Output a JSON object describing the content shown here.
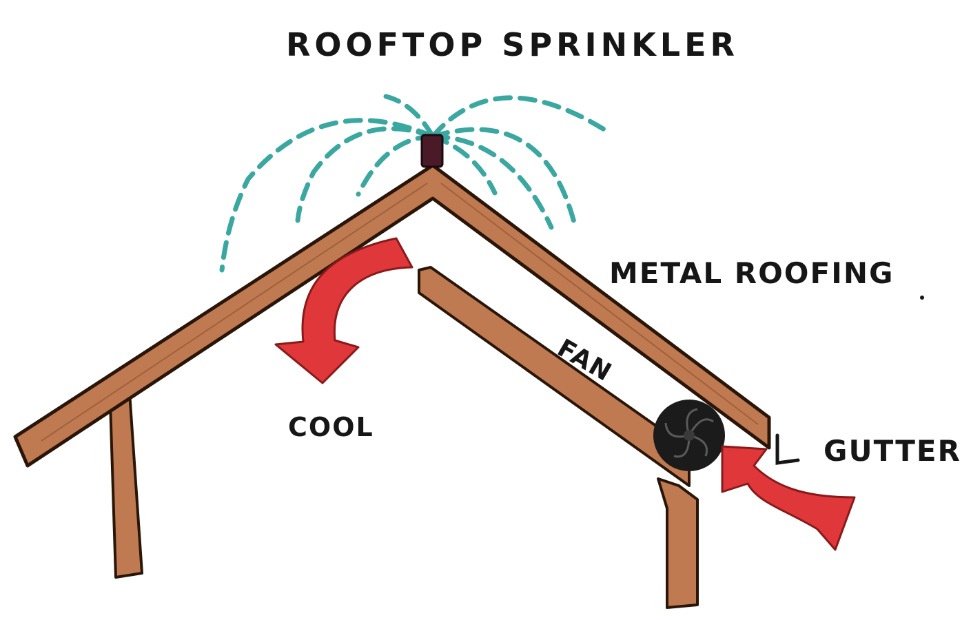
{
  "labels": {
    "title": "ROOFTOP SPRINKLER",
    "metal_roofing": "METAL ROOFING",
    "fan": "FAN",
    "cool": "COOL",
    "gutter": "GUTTER"
  },
  "colors": {
    "wood_fill": "#c07a52",
    "wood_outline": "#2a1608",
    "water": "#3aa7a0",
    "arrow": "#e0383a",
    "fan": "#1b1b1b",
    "sprinkler": "#4a1a28",
    "text": "#161616"
  },
  "icons": {
    "sprinkler": "sprinkler-head-icon",
    "fan": "fan-icon",
    "arrow_cool": "arrow-down-icon",
    "arrow_intake": "arrow-up-left-icon"
  }
}
